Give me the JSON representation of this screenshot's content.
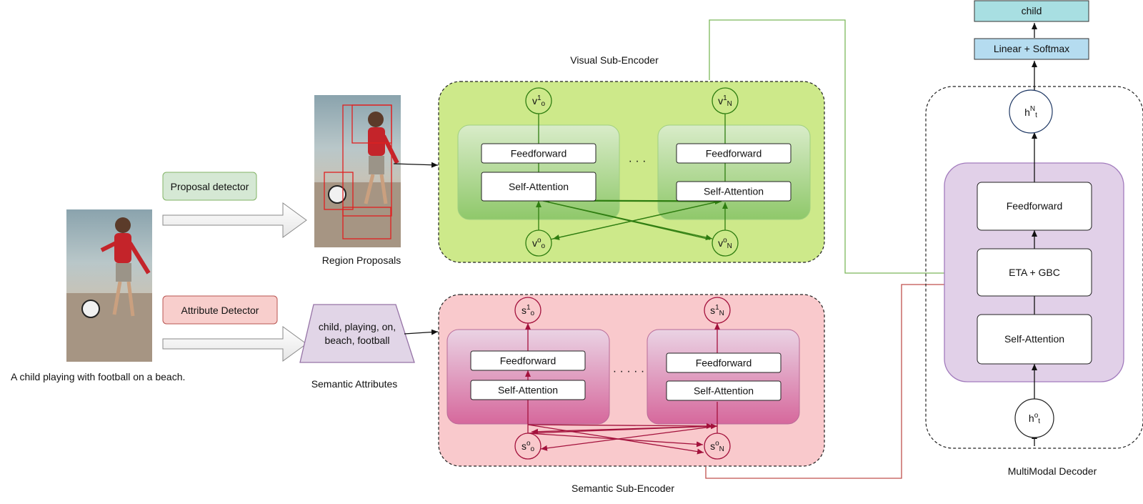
{
  "input": {
    "caption": "A child playing with football on a beach."
  },
  "detectors": {
    "proposal_label": "Proposal detector",
    "attribute_label": "Attribute Detector"
  },
  "region": {
    "caption": "Region Proposals"
  },
  "attributes": {
    "line1": "child, playing, on,",
    "line2": "beach, football",
    "caption": "Semantic Attributes"
  },
  "visual_encoder": {
    "title": "Visual Sub-Encoder",
    "block_left": {
      "feedforward": "Feedforward",
      "attention": "Self-Attention"
    },
    "block_right": {
      "feedforward": "Feedforward",
      "attention": "Self-Attention"
    },
    "ellipsis": "· · ·",
    "out_left": {
      "base": "v",
      "sup": "1",
      "sub": "o"
    },
    "out_right": {
      "base": "v",
      "sup": "1",
      "sub": "N"
    },
    "in_left": {
      "base": "v",
      "sup": "o",
      "sub": "o"
    },
    "in_right": {
      "base": "v",
      "sup": "o",
      "sub": "N"
    }
  },
  "semantic_encoder": {
    "title": "Semantic Sub-Encoder",
    "block_left": {
      "feedforward": "Feedforward",
      "attention": "Self-Attention"
    },
    "block_right": {
      "feedforward": "Feedforward",
      "attention": "Self-Attention"
    },
    "ellipsis": "· · · · ·",
    "out_left": {
      "base": "s",
      "sup": "1",
      "sub": "o"
    },
    "out_right": {
      "base": "s",
      "sup": "1",
      "sub": "N"
    },
    "in_left": {
      "base": "s",
      "sup": "o",
      "sub": "o"
    },
    "in_right": {
      "base": "s",
      "sup": "o",
      "sub": "N"
    }
  },
  "decoder": {
    "title": "MultiModal Decoder",
    "feedforward": "Feedforward",
    "fusion": "ETA + GBC",
    "attention": "Self-Attention",
    "linear": "Linear + Softmax",
    "output": "child",
    "h_top": {
      "base": "h",
      "sup": "N",
      "sub": "t"
    },
    "h_bottom": {
      "base": "h",
      "sup": "o",
      "sub": "t"
    }
  },
  "colors": {
    "visual_fill": "#cde98a",
    "visual_block": "#9fd07f",
    "visual_arrow": "#2e7d10",
    "semantic_fill": "#f9c9cc",
    "semantic_block": "#d86ea0",
    "semantic_arrow": "#a3113c",
    "decoder_fill": "#e1d0e8",
    "decoder_border": "#a27bbd",
    "linear_fill": "#b5dcf0",
    "output_fill": "#a8dfe2",
    "proposal_fill": "#d5e8d4",
    "proposal_border": "#82b366",
    "attribute_fill": "#f8cecc",
    "attribute_border": "#b85450",
    "trapezoid_fill": "#e1d5e7",
    "trapezoid_border": "#9673a6",
    "green_connector": "#7cb85a",
    "red_connector": "#c0504d"
  }
}
